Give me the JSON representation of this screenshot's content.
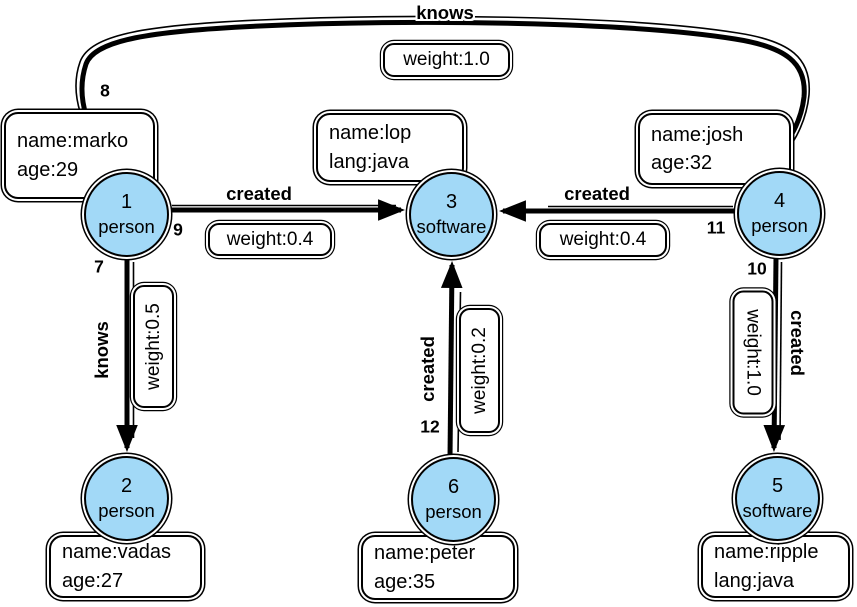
{
  "diagram": {
    "kind": "property-graph",
    "background": "#ffffff",
    "node_fill": "#a2d9f7",
    "node_stroke": "#000000"
  },
  "nodes": [
    {
      "id": "1",
      "label": "person",
      "properties": [
        "name:marko",
        "age:29"
      ]
    },
    {
      "id": "2",
      "label": "person",
      "properties": [
        "name:vadas",
        "age:27"
      ]
    },
    {
      "id": "3",
      "label": "software",
      "properties": [
        "name:lop",
        "lang:java"
      ]
    },
    {
      "id": "4",
      "label": "person",
      "properties": [
        "name:josh",
        "age:32"
      ]
    },
    {
      "id": "5",
      "label": "software",
      "properties": [
        "name:ripple",
        "lang:java"
      ]
    },
    {
      "id": "6",
      "label": "person",
      "properties": [
        "name:peter",
        "age:35"
      ]
    }
  ],
  "edges": [
    {
      "id": "7",
      "label": "knows",
      "weight_text": "weight:0.5",
      "from": "1",
      "to": "2"
    },
    {
      "id": "8",
      "label": "knows",
      "weight_text": "weight:1.0",
      "from": "1",
      "to": "4"
    },
    {
      "id": "9",
      "label": "created",
      "weight_text": "weight:0.4",
      "from": "1",
      "to": "3"
    },
    {
      "id": "10",
      "label": "created",
      "weight_text": "weight:1.0",
      "from": "4",
      "to": "5"
    },
    {
      "id": "11",
      "label": "created",
      "weight_text": "weight:0.4",
      "from": "4",
      "to": "3"
    },
    {
      "id": "12",
      "label": "created",
      "weight_text": "weight:0.2",
      "from": "6",
      "to": "3"
    }
  ]
}
